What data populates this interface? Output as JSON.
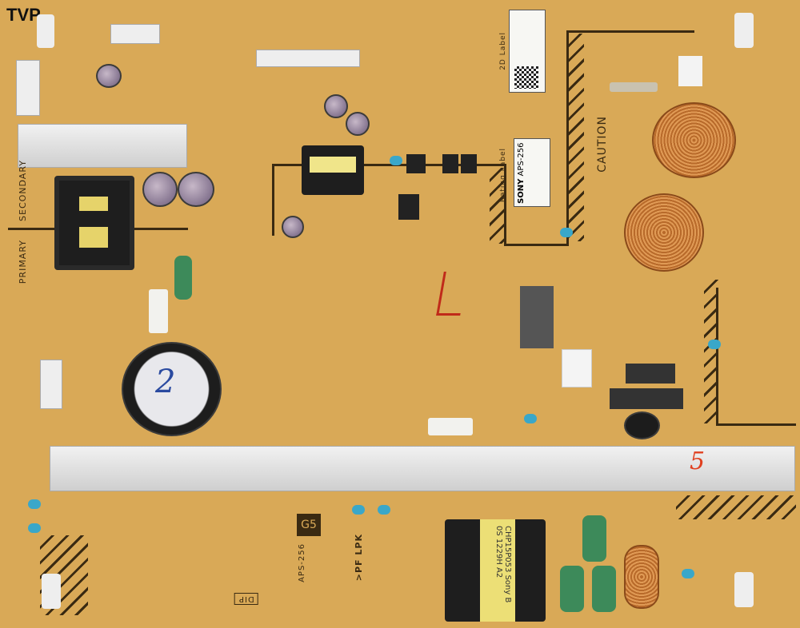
{
  "watermark": "TVP",
  "silkscreen": {
    "secondary": "SECONDARY",
    "primary": "PRIMARY",
    "caution": "CAUTION",
    "rating_label": "Rating Label",
    "label_2d": "2D Label",
    "board_code": "G5",
    "model_bottom": "APS-256",
    "marks": ">PF LPK",
    "dip": "DIP"
  },
  "rating_card": {
    "brand": "SONY",
    "model": "APS-256"
  },
  "transformer": {
    "line1": "CHP15P053",
    "line2": "Sony B 0S 1229H A2"
  },
  "handwritten": [
    "2",
    "5"
  ],
  "colors": {
    "board": "#d9a957",
    "trace": "#3a2a12",
    "heatsink": "#e4e4e4",
    "copper": "#c47a36"
  }
}
